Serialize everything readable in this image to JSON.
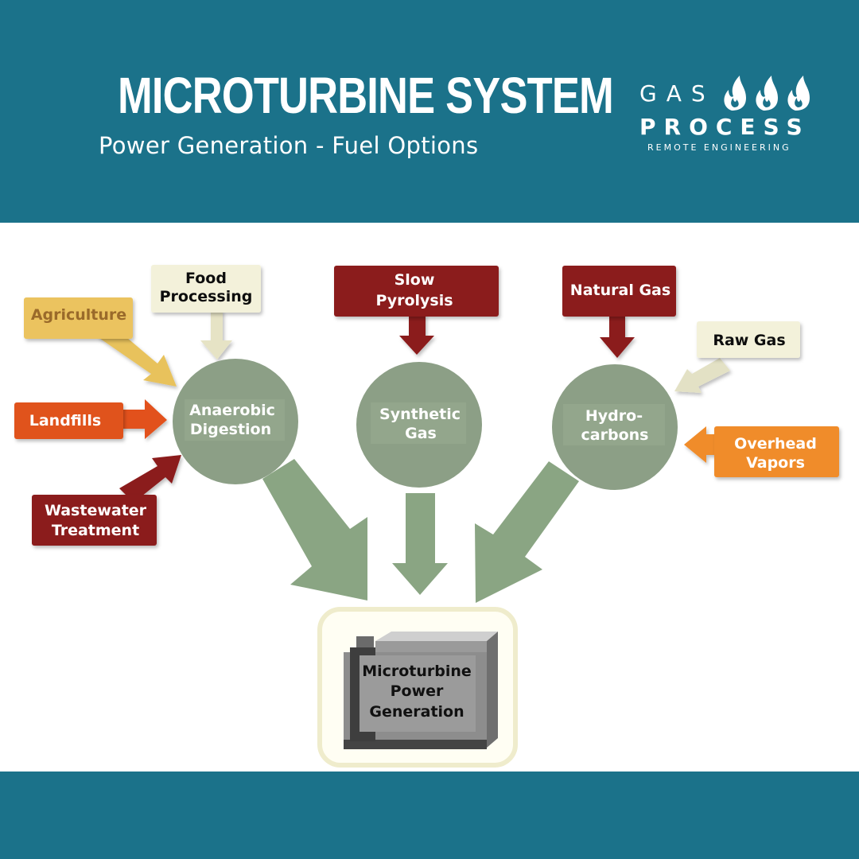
{
  "header": {
    "title": "MICROTURBINE SYSTEM",
    "subtitle": "Power Generation - Fuel Options"
  },
  "logo": {
    "line1": "GAS",
    "line2": "PROCESS",
    "line3": "REMOTE ENGINEERING",
    "icon": "flame-icon"
  },
  "colors": {
    "background": "#1b728a",
    "circle": "#8c9f86",
    "arrow_green": "#8aa583",
    "dark_red": "#8b1a1a",
    "orange_red": "#e0521c",
    "orange": "#f08c2a",
    "yellow": "#e9c25a",
    "cream": "#f3f1da"
  },
  "diagram": {
    "hubs": {
      "anaerobic": [
        "Anaerobic",
        "Digestion"
      ],
      "synthetic": [
        "Synthetic",
        "Gas"
      ],
      "hydrocarbons": [
        "Hydro-",
        "carbons"
      ]
    },
    "sources": {
      "agriculture": [
        "Agriculture"
      ],
      "food": [
        "Food",
        "Processing"
      ],
      "landfills": [
        "Landfills"
      ],
      "wastewater": [
        "Wastewater",
        "Treatment"
      ],
      "slow_pyrolysis": [
        "Slow",
        "Pyrolysis"
      ],
      "natural_gas": [
        "Natural Gas"
      ],
      "raw_gas": [
        "Raw Gas"
      ],
      "overhead": [
        "Overhead",
        "Vapors"
      ]
    },
    "output": [
      "Microturbine",
      "Power",
      "Generation"
    ]
  }
}
